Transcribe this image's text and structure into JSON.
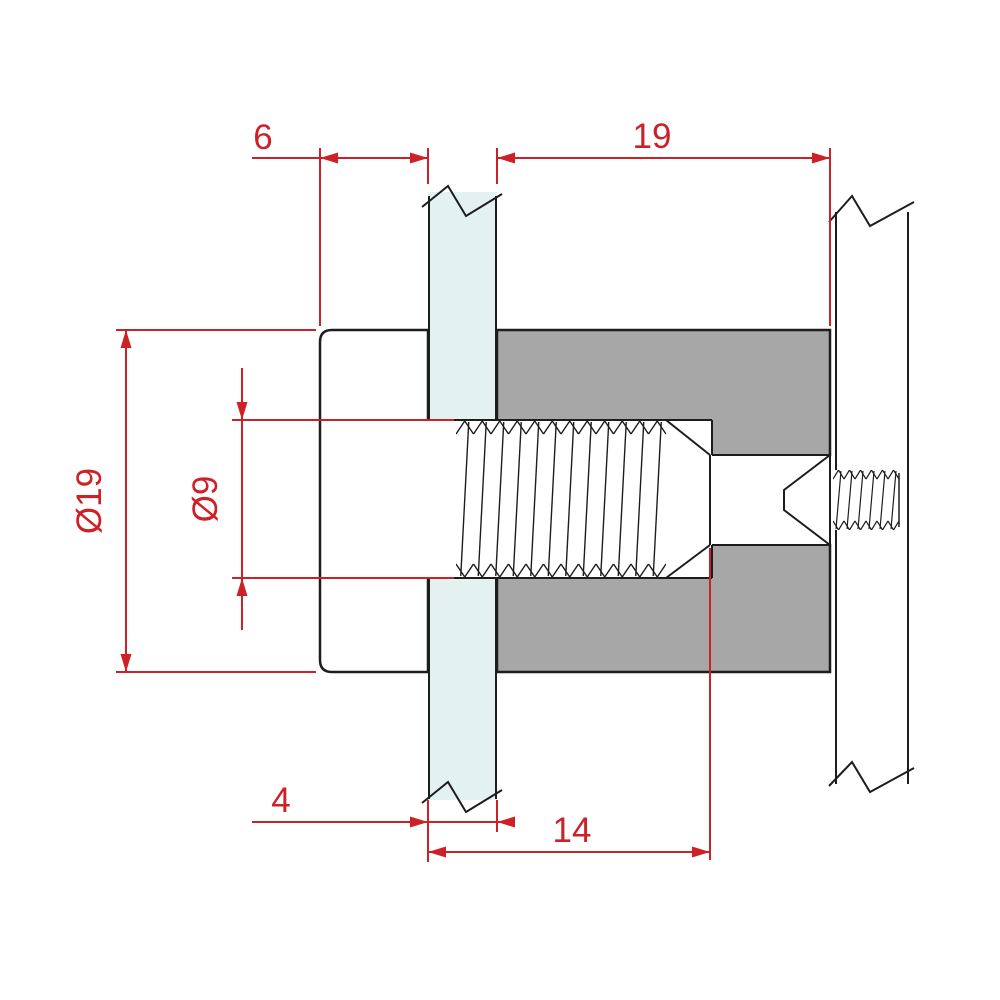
{
  "page": {
    "background": "#ffffff"
  },
  "colors": {
    "dimension_red": "#cc2127",
    "outline_black": "#1d1d1b",
    "body_gray": "#a7a7a7",
    "glass_tint": "#e3f2f0"
  },
  "dimensions": {
    "cap_width": "6",
    "body_length": "19",
    "cap_diameter": "Ø19",
    "thread_diameter": "Ø9",
    "glass_thickness": "4",
    "thread_length": "14"
  }
}
